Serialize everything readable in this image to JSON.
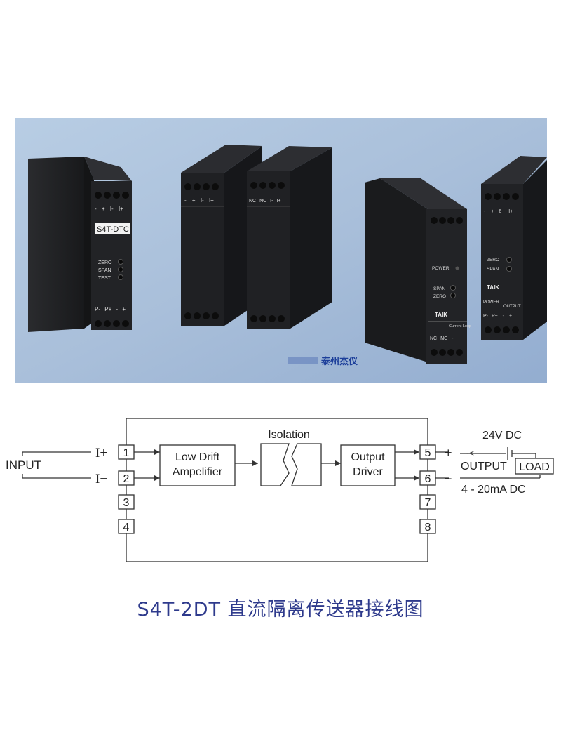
{
  "photo": {
    "watermark": "泰州杰仪",
    "colors": {
      "background": "#a9bfda",
      "device": "#1e1f21"
    },
    "devices": [
      {
        "top_terminals": [
          "-",
          "+",
          "I-",
          "I+"
        ],
        "label": "S4T-DTC",
        "controls": [
          "ZERO",
          "SPAN",
          "TEST"
        ],
        "bottom_terminals": [
          "P-",
          "P+",
          "-",
          "+"
        ]
      },
      {
        "top_terminals": [
          "-",
          "+",
          "I-",
          "I+"
        ]
      },
      {
        "top_terminals": [
          "NC",
          "NC",
          "I-",
          "I+"
        ]
      },
      {
        "power": "POWER",
        "controls": [
          "SPAN",
          "ZERO"
        ],
        "brand": "TAIK",
        "bottom_header": "Current Loop",
        "bottom_terminals": [
          "NC",
          "NC",
          "-",
          "+"
        ]
      },
      {
        "top_terminals": [
          "-",
          "+",
          "6+",
          "I+"
        ],
        "controls": [
          "ZERO",
          "SPAN"
        ],
        "brand": "TAIK",
        "bottom_header_left": "POWER",
        "bottom_header_right": "OUTPUT",
        "bottom_terminals": [
          "P-",
          "P+",
          "-",
          "+"
        ]
      }
    ]
  },
  "diagram": {
    "input_label": "INPUT",
    "i_plus": "I+",
    "i_minus": "I−",
    "terminals_left": [
      "1",
      "2",
      "3",
      "4"
    ],
    "terminals_right": [
      "5",
      "6",
      "7",
      "8"
    ],
    "amp_line1": "Low  Drift",
    "amp_line2": "Ampelifier",
    "isolation_label": "Isolation",
    "driver_line1": "Output",
    "driver_line2": "Driver",
    "plus_sign": "+",
    "minus_sign": "−",
    "supply_label": "24V  DC",
    "supply_symbol": "~≤",
    "output_label": "OUTPUT",
    "load_label": "LOAD",
    "range_label": "4 - 20mA  DC"
  },
  "caption": "S4T-2DT 直流隔离传送器接线图"
}
